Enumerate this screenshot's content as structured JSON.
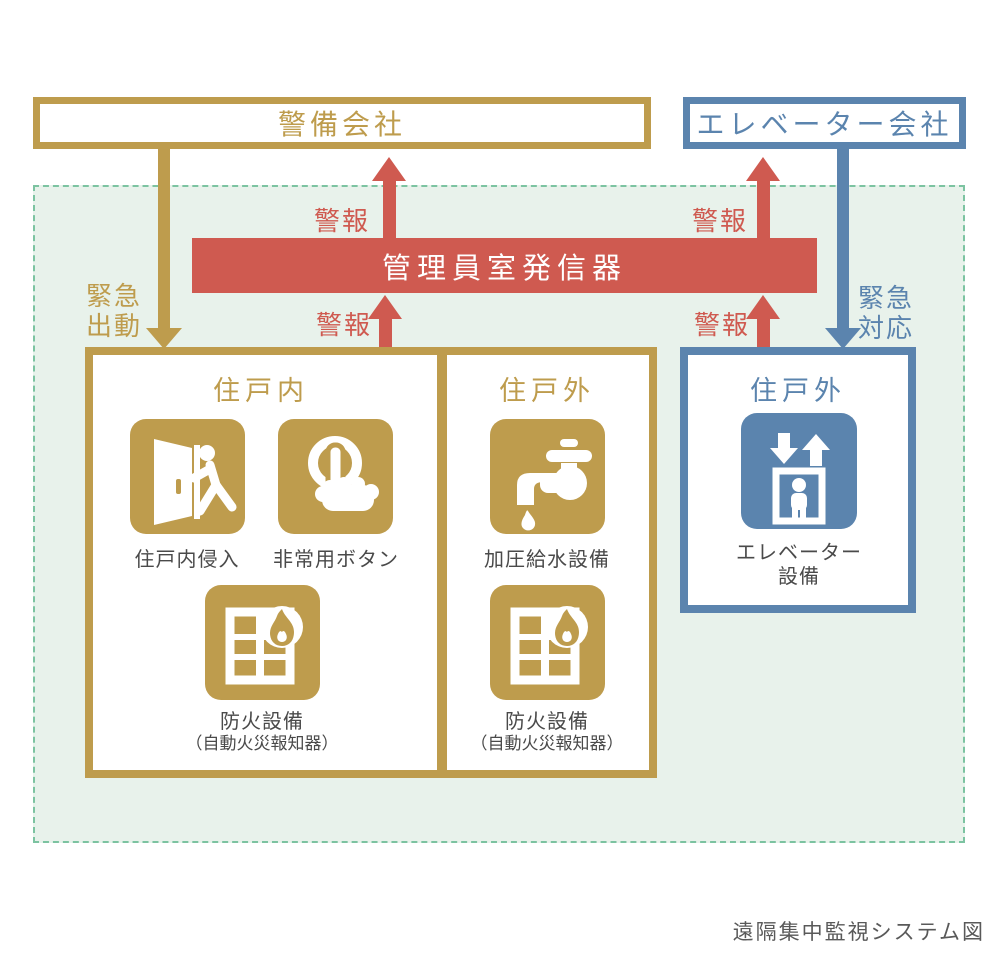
{
  "caption": "遠隔集中監視システム図",
  "colors": {
    "gold": "#BE9C4D",
    "red": "#CF5A50",
    "blue": "#5B84AE",
    "area_bg": "#E8F2EB",
    "area_border": "#7CC3A1",
    "label": "#4A4A4A",
    "caption": "#595959"
  },
  "top": {
    "security_company": "警備会社",
    "elevator_company": "エレベーター会社"
  },
  "transmitter": {
    "label": "管理員室発信器"
  },
  "alarms": {
    "top_left": "警報",
    "top_right": "警報",
    "bottom_left": "警報",
    "bottom_right": "警報"
  },
  "emergency": {
    "dispatch": {
      "line1": "緊急",
      "line2": "出動"
    },
    "response": {
      "line1": "緊急",
      "line2": "対応"
    }
  },
  "residence": {
    "inside": {
      "header": "住戸内",
      "items": [
        {
          "icon": "door-intrusion-icon",
          "label": "住戸内侵入"
        },
        {
          "icon": "emergency-button-icon",
          "label": "非常用ボタン"
        },
        {
          "icon": "fire-window-icon",
          "label": "防火設備",
          "sublabel": "（自動火災報知器）"
        }
      ]
    },
    "outside": {
      "header": "住戸外",
      "items": [
        {
          "icon": "faucet-icon",
          "label": "加圧給水設備"
        },
        {
          "icon": "fire-window-icon",
          "label": "防火設備",
          "sublabel": "（自動火災報知器）"
        }
      ]
    }
  },
  "elevator": {
    "header": "住戸外",
    "item": {
      "icon": "elevator-icon",
      "label_line1": "エレベーター",
      "label_line2": "設備"
    }
  }
}
